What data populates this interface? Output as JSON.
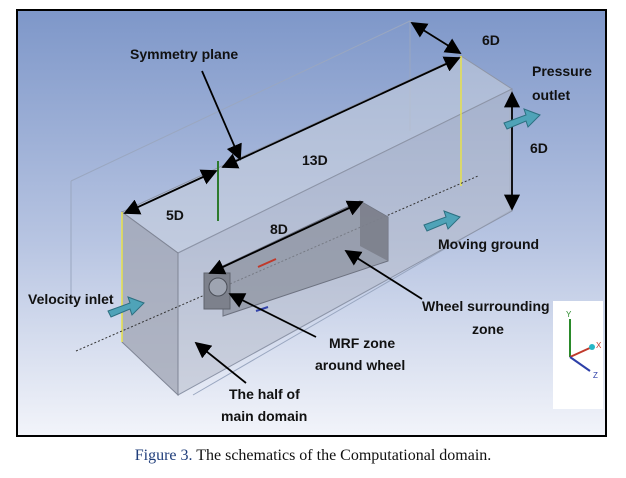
{
  "figure": {
    "labels": {
      "symmetry_plane": "Symmetry plane",
      "dim_top_width": "6D",
      "pressure_outlet": [
        "Pressure",
        "outlet"
      ],
      "dim_height": "6D",
      "dim_13d": "13D",
      "dim_5d": "5D",
      "dim_8d": "8D",
      "moving_ground": "Moving ground",
      "velocity_inlet": "Velocity inlet",
      "wheel_zone": [
        "Wheel surrounding",
        "zone"
      ],
      "mrf_zone": [
        "MRF zone",
        "around wheel"
      ],
      "half_domain": [
        "The half of",
        "main domain"
      ]
    },
    "axis_triad": {
      "y": "Y",
      "x": "X",
      "z": "Z"
    }
  },
  "caption": {
    "number": "Figure 3.",
    "text": " The schematics of the Computational domain."
  }
}
